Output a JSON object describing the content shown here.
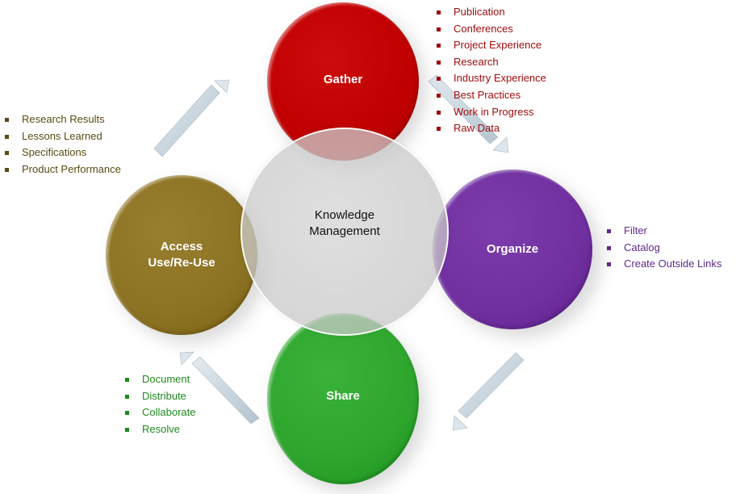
{
  "diagram": {
    "center": {
      "line1": "Knowledge",
      "line2": "Management",
      "color": "#cccccc",
      "text_color": "#111111"
    },
    "nodes": {
      "gather": {
        "label": "Gather",
        "color": "#c00000"
      },
      "organize": {
        "label": "Organize",
        "color": "#7030a0"
      },
      "share": {
        "label": "Share",
        "color": "#2ea62e"
      },
      "access": {
        "line1": "Access",
        "line2": "Use/Re-Use",
        "color": "#8c7223"
      }
    },
    "lists": {
      "gather": {
        "color": "#a00d0d",
        "items": [
          "Publication",
          "Conferences",
          "Project Experience",
          "Research",
          "Industry Experience",
          "Best Practices",
          "Work in Progress",
          "Raw Data"
        ]
      },
      "organize": {
        "color": "#5e2a8a",
        "items": [
          "Filter",
          "Catalog",
          "Create Outside Links"
        ]
      },
      "share": {
        "color": "#1f8a1f",
        "items": [
          "Document",
          "Distribute",
          "Collaborate",
          "Resolve"
        ]
      },
      "access": {
        "color": "#5a4a14",
        "items": [
          "Research Results",
          "Lessons Learned",
          "Specifications",
          "Product Performance"
        ]
      }
    },
    "arrow_color": "#c5d3dd"
  }
}
